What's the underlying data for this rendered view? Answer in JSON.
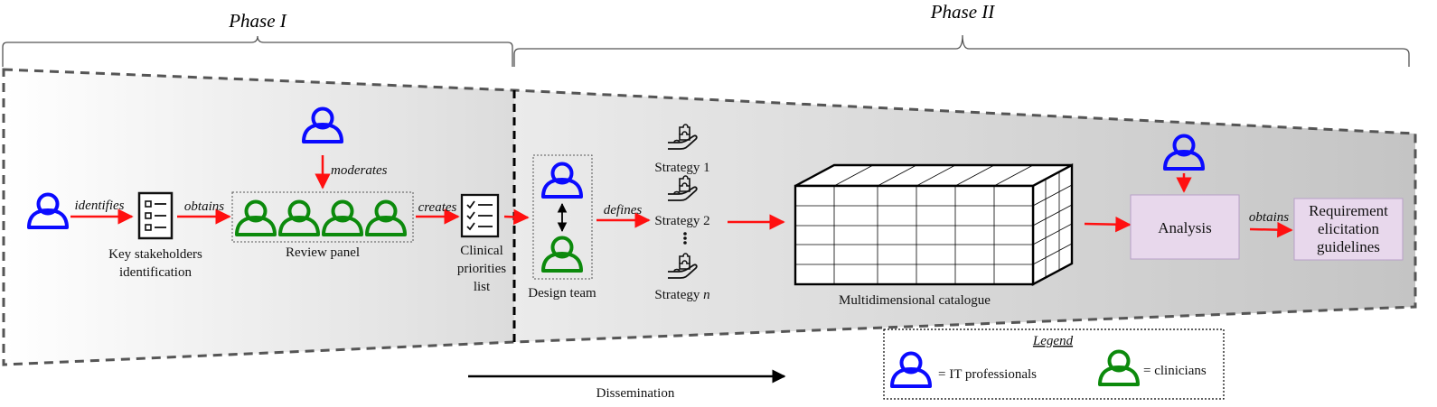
{
  "phases": {
    "phase1": "Phase I",
    "phase2": "Phase II"
  },
  "edges": {
    "identifies": "identifies",
    "obtains1": "obtains",
    "moderates": "moderates",
    "creates": "creates",
    "defines": "defines",
    "obtains2": "obtains"
  },
  "nodes": {
    "key_stakeholders": [
      "Key stakeholders",
      "identification"
    ],
    "review_panel": "Review panel",
    "clinical_priorities": [
      "Clinical",
      "priorities",
      "list"
    ],
    "design_team": "Design team",
    "strategy1": "Strategy 1",
    "strategy2": "Strategy 2",
    "strategy_n_prefix": "Strategy",
    "strategy_n_var": "n",
    "catalogue": "Multidimensional catalogue",
    "analysis": "Analysis",
    "requirements": [
      "Requirement",
      "elicitation",
      "guidelines"
    ],
    "dissemination": "Dissemination"
  },
  "legend": {
    "title": "Legend",
    "it": "= IT professionals",
    "clinicians": "= clinicians"
  },
  "colors": {
    "it_professional": "#0a0aff",
    "clinician": "#0c8a0c",
    "flow_arrow": "#ff1010",
    "box_fill": "#e8d8ec",
    "box_border": "#b8a0c8"
  }
}
